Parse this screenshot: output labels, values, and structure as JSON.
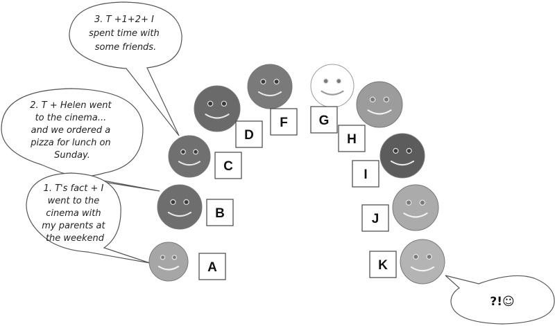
{
  "bubbles": [
    {
      "id": "bubble-1",
      "lines": [
        "1. T's fact + I",
        "went to the",
        "cinema with",
        "my parents at",
        "the weekend"
      ]
    },
    {
      "id": "bubble-2",
      "lines": [
        "2. T + Helen went",
        "to the cinema...",
        "and we ordered a",
        "pizza for lunch on",
        "Sunday."
      ]
    },
    {
      "id": "bubble-3",
      "lines": [
        "3. T +1+2+ I",
        "spent time with",
        "some friends."
      ]
    },
    {
      "id": "bubble-4",
      "lines": [
        "?!☺"
      ]
    }
  ],
  "faces": [
    {
      "label": "A",
      "color": "#a6a6a6",
      "emotion": "smile"
    },
    {
      "label": "B",
      "color": "#6e6e6e",
      "emotion": "smile"
    },
    {
      "label": "C",
      "color": "#707070",
      "emotion": "smile"
    },
    {
      "label": "D",
      "color": "#6a6a6a",
      "emotion": "smile"
    },
    {
      "label": "F",
      "color": "#7a7a7a",
      "emotion": "smile"
    },
    {
      "label": "G",
      "color": "#ffffff",
      "emotion": "smile"
    },
    {
      "label": "H",
      "color": "#9c9c9c",
      "emotion": "smile"
    },
    {
      "label": "I",
      "color": "#5c5c5c",
      "emotion": "smile"
    },
    {
      "label": "J",
      "color": "#ababab",
      "emotion": "smile"
    },
    {
      "label": "K",
      "color": "#b4b4b4",
      "emotion": "smile"
    }
  ]
}
